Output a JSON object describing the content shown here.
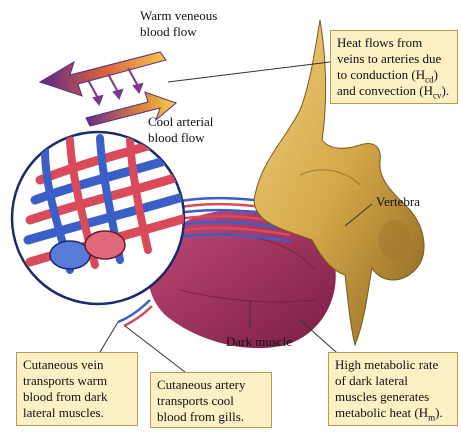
{
  "labels": {
    "warm_venous": [
      "Warm veneous",
      "blood flow"
    ],
    "cool_arterial": [
      "Cool arterial",
      "blood flow"
    ],
    "vertebra": "Vertebra",
    "dark_muscle": "Dark muscle"
  },
  "callouts": {
    "heat_flow": {
      "line1": "Heat flows from",
      "line2": "veins to arteries due",
      "line3_pre": "to conduction (H",
      "line3_sub": "cd",
      "line3_post": ")",
      "line4_pre": "and convection (H",
      "line4_sub": "cv",
      "line4_post": ")."
    },
    "cutaneous_vein": [
      "Cutaneous vein",
      "transports warm",
      "blood from dark",
      "lateral muscles."
    ],
    "cutaneous_artery": [
      "Cutaneous artery",
      "transports cool",
      "blood from gills."
    ],
    "metabolic": {
      "line1": "High metabolic rate",
      "line2": "of dark lateral",
      "line3": "muscles generates",
      "line4_pre": "metabolic heat (H",
      "line4_sub": "m",
      "line4_post": ")."
    }
  },
  "colors": {
    "callout_bg": "#fdf0c4",
    "vein_blue": "#3a5fc8",
    "artery_red": "#d94a5a",
    "muscle": "#a0305a",
    "bone": "#d9b25a"
  }
}
